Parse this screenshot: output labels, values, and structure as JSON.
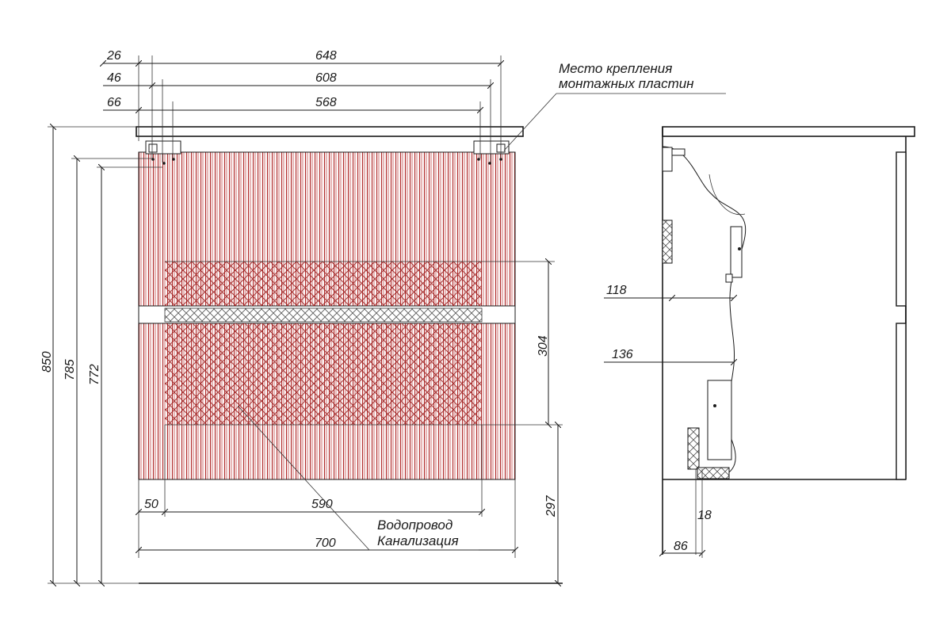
{
  "labels": {
    "mounting_line1": "Место крепления",
    "mounting_line2": "монтажных пластин",
    "water_supply": "Водопровод",
    "sewer": "Канализация"
  },
  "dimensions": {
    "top_648": "648",
    "top_608": "608",
    "top_568": "568",
    "left_26": "26",
    "left_46": "46",
    "left_66": "66",
    "height_850": "850",
    "height_785": "785",
    "height_772": "772",
    "zone_304": "304",
    "zone_297": "297",
    "bottom_50": "50",
    "bottom_590": "590",
    "bottom_700": "700",
    "side_118": "118",
    "side_136": "136",
    "side_18": "18",
    "side_86": "86"
  },
  "colors": {
    "line": "#1a1a1a",
    "facade_hatch": "#b02a2a",
    "lattice": "#a02424"
  }
}
